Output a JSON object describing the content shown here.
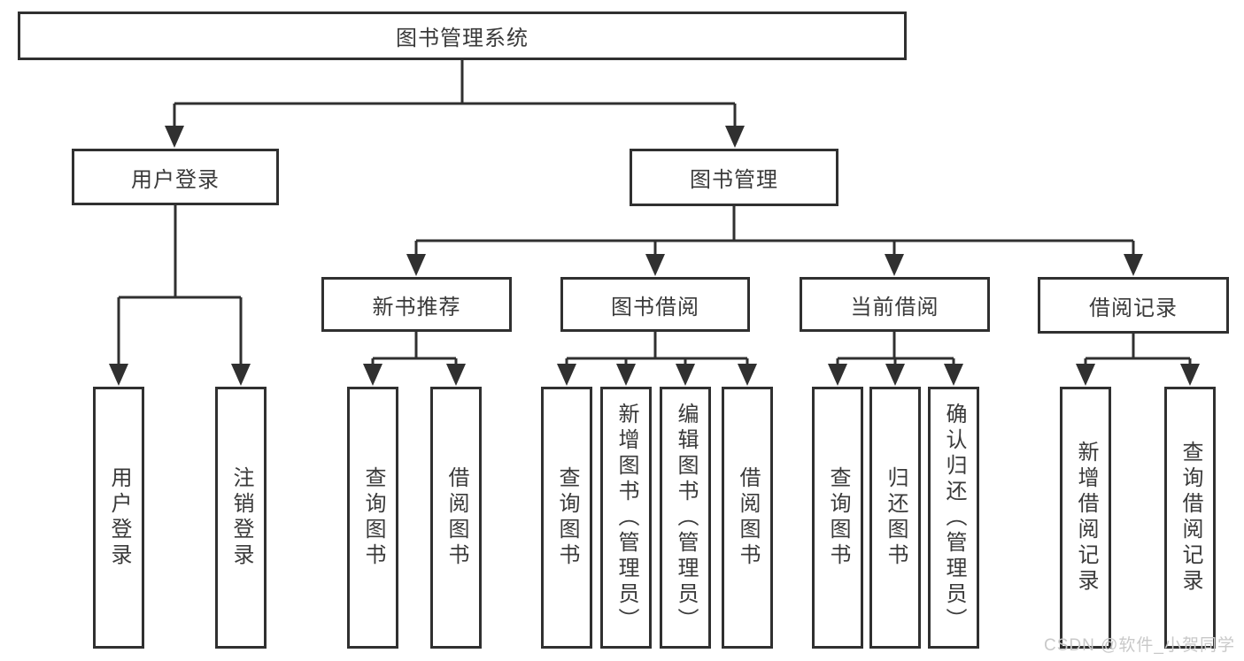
{
  "diagram": {
    "root": "图书管理系统",
    "branches": [
      {
        "label": "用户登录",
        "children": [
          "用户登录",
          "注销登录"
        ]
      },
      {
        "label": "图书管理",
        "children": [
          {
            "label": "新书推荐",
            "children": [
              "查询图书",
              "借阅图书"
            ]
          },
          {
            "label": "图书借阅",
            "children": [
              "查询图书",
              "新增图书（管理员）",
              "编辑图书（管理员）",
              "借阅图书"
            ]
          },
          {
            "label": "当前借阅",
            "children": [
              "查询图书",
              "归还图书",
              "确认归还（管理员）"
            ]
          },
          {
            "label": "借阅记录",
            "children": [
              "新增借阅记录",
              "查询借阅记录"
            ]
          }
        ]
      }
    ]
  },
  "watermark": {
    "text": "CSDN @软件_小贺同学"
  },
  "colors": {
    "line": "#303030",
    "box_border": "#303030",
    "text": "#3a3a3a",
    "background": "#ffffff",
    "watermark": "#c9c9c9"
  }
}
